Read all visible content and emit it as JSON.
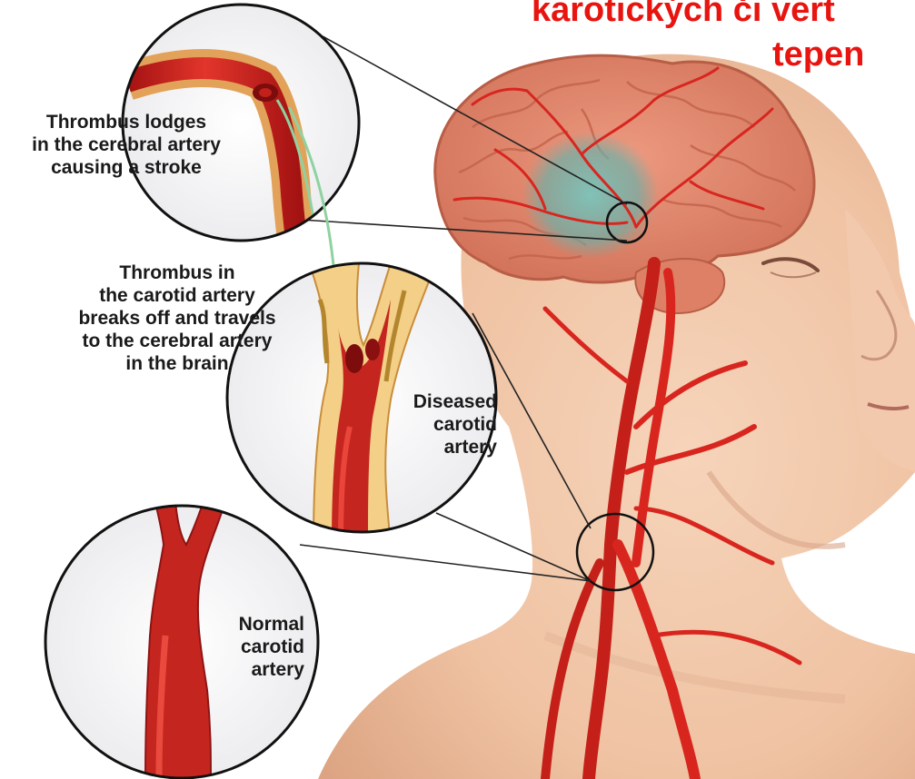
{
  "title": {
    "line1": "karotických či vert",
    "line2": "tepen"
  },
  "labels": {
    "thrombus_lodges": [
      "Thrombus lodges",
      "in the cerebral artery",
      "causing a stroke"
    ],
    "thrombus_carotid": [
      "Thrombus in",
      "the carotid artery",
      "breaks off and travels",
      "to the cerebral artery",
      "in the brain"
    ],
    "diseased": [
      "Diseased",
      "carotid",
      "artery"
    ],
    "normal": [
      "Normal",
      "carotid",
      "artery"
    ]
  },
  "colors": {
    "title": "#e8140f",
    "artery": "#d8261f",
    "artery_dark": "#9e1010",
    "skin": "#f1c7a8",
    "brain": "#e28a70",
    "ischemia": "#6fb7b0",
    "plaque": "#e8b45c",
    "thrombus_path": "#8fd2a0"
  },
  "icons": {
    "top_inset": "cerebral-artery-inset",
    "middle_inset": "diseased-carotid-inset",
    "bottom_inset": "normal-carotid-inset"
  }
}
